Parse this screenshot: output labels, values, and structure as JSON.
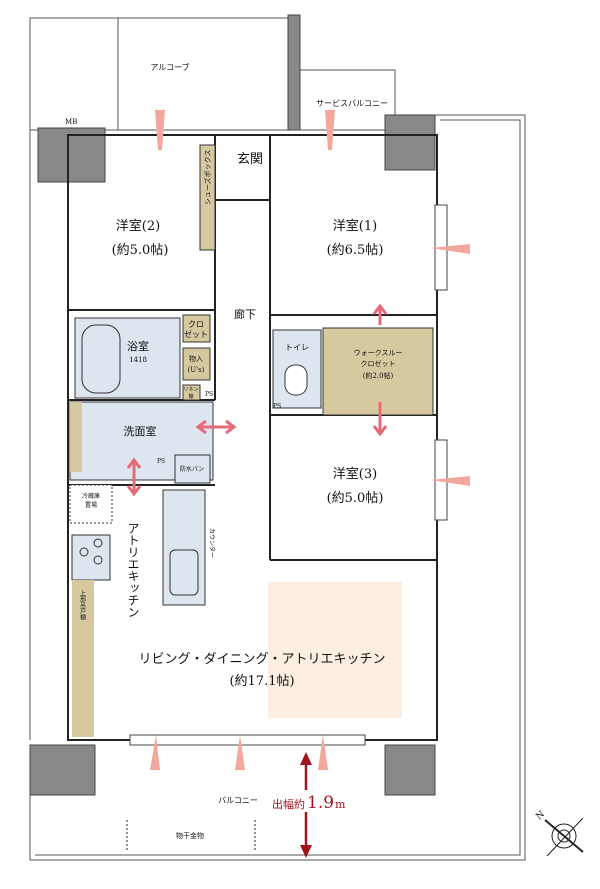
{
  "title": "Floor plan",
  "labels": {
    "alcove": "アルコーブ",
    "mb": "MB",
    "service_balcony": "サービスバルコニー",
    "entrance": "玄関",
    "shoes": "シューズボックス",
    "room2_name": "洋室(2)",
    "room2_size": "(約5.0帖)",
    "room1_name": "洋室(1)",
    "room1_size": "(約6.5帖)",
    "hall": "廊下",
    "closet": "クロ",
    "closet2": "ゼット",
    "storage": "物入",
    "storage2": "(U's)",
    "bath": "浴室",
    "bath_size": "1418",
    "linen": "リネン",
    "linen2": "棚",
    "ps": "PS",
    "washroom": "洗面室",
    "waterproof_pan": "防水パン",
    "toilet": "トイレ",
    "wic1": "ウォークスルー",
    "wic2": "クロゼット",
    "wic3": "(約2.0帖)",
    "room3_name": "洋室(3)",
    "room3_size": "(約5.0帖)",
    "fridge1": "冷蔵庫",
    "fridge2": "置場",
    "atelier_kitchen": "アトリエキッチン",
    "counter": "カウンター",
    "upper_cabinet": "上部吊戸棚",
    "ldk_name": "リビング・ダイニング・アトリエキッチン",
    "ldk_size": "(約17.1帖)",
    "balcony": "バルコニー",
    "depth_label": "出幅約",
    "depth_value": "1.9",
    "depth_unit": "m",
    "drying_rack": "物干金物",
    "north": "N"
  },
  "colors": {
    "wall": "#888888",
    "storage_fill": "#d6c9a0",
    "wet_fill": "#dde5ee",
    "highlight": "#fdeee2",
    "arrow_red": "#e86a78",
    "depth_red": "#a0141e"
  }
}
